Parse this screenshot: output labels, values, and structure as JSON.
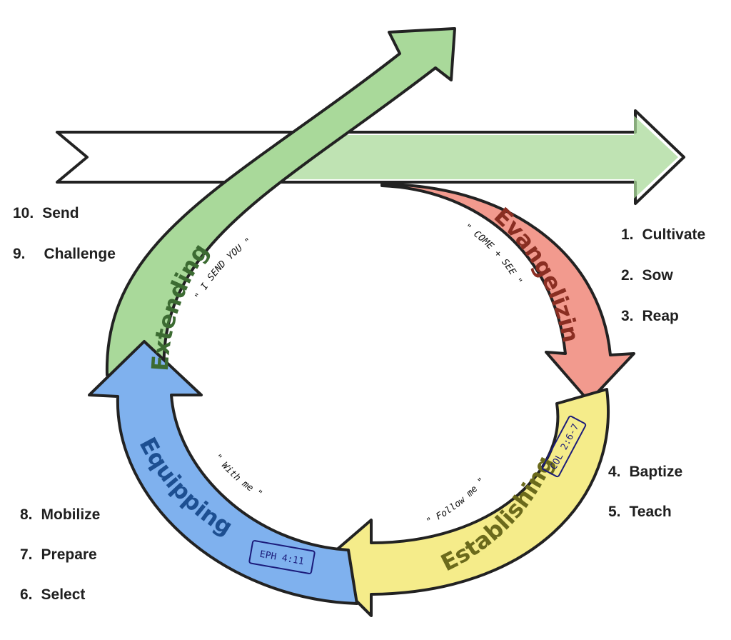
{
  "stages": {
    "evangelizing": {
      "label": "Evangelizing",
      "color": "#f29a8e",
      "text_color": "#8a2e22",
      "quote": "\" COME + SEE \""
    },
    "establishing": {
      "label": "Establishing",
      "color": "#f5ec8a",
      "text_color": "#6b6a1c",
      "quote": "\" Follow me \"",
      "ref": "COL 2:6-7"
    },
    "equipping": {
      "label": "Equipping",
      "color": "#7fb1ee",
      "text_color": "#1d4f91",
      "quote": "\" With me \"",
      "ref": "EPH 4:11"
    },
    "extending": {
      "label": "Extending",
      "color": "#a9d99a",
      "text_color": "#3c6b32",
      "quote": "\" I SEND YOU \""
    }
  },
  "steps": {
    "cultivate": {
      "num": "1.",
      "label": "Cultivate"
    },
    "sow": {
      "num": "2.",
      "label": "Sow"
    },
    "reap": {
      "num": "3.",
      "label": "Reap"
    },
    "baptize": {
      "num": "4.",
      "label": "Baptize"
    },
    "teach": {
      "num": "5.",
      "label": "Teach"
    },
    "select": {
      "num": "6.",
      "label": "Select"
    },
    "prepare": {
      "num": "7.",
      "label": "Prepare"
    },
    "mobilize": {
      "num": "8.",
      "label": "Mobilize"
    },
    "challenge": {
      "num": "9.",
      "label": "Challenge"
    },
    "send": {
      "num": "10.",
      "label": "Send"
    }
  }
}
